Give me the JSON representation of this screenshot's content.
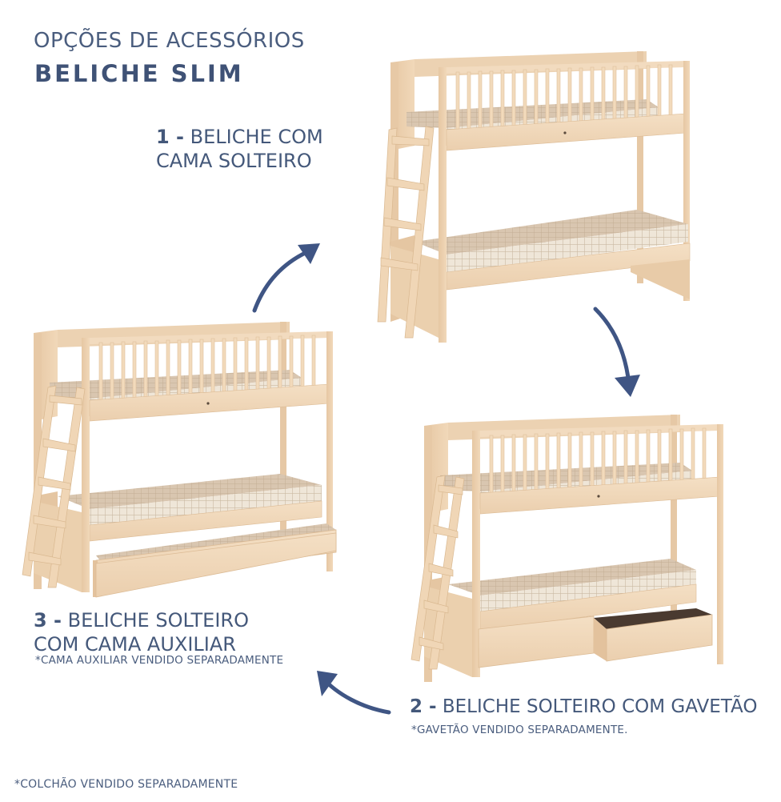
{
  "header": {
    "subtitle": "OPÇÕES DE ACESSÓRIOS",
    "title": "BELICHE SLIM"
  },
  "options": [
    {
      "number": "1 -",
      "line1": "BELICHE COM",
      "line2": "CAMA SOLTEIRO",
      "note": ""
    },
    {
      "number": "2 -",
      "line1": "BELICHE SOLTEIRO COM GAVETÃO",
      "line2": "",
      "note": "*GAVETÃO VENDIDO SEPARADAMENTE."
    },
    {
      "number": "3 -",
      "line1": "BELICHE SOLTEIRO",
      "line2": "COM CAMA AUXILIAR",
      "note": "*CAMA AUXILIAR VENDIDO SEPARADAMENTE"
    }
  ],
  "footer": {
    "note": "*COLCHÃO VENDIDO SEPARADAMENTE"
  },
  "colors": {
    "text": "#44587a",
    "arrow": "#3f5584",
    "wood_light": "#f3dcc0",
    "wood_mid": "#e9cba8",
    "wood_dark": "#d9b48e",
    "mattress": "#efe6d8",
    "mattress_grid": "#cbb9a2",
    "drawer_inside": "#4a3a30"
  },
  "icons": {
    "arrows": [
      "curved-arrow-up-right",
      "curved-arrow-down",
      "curved-arrow-up-left"
    ]
  }
}
